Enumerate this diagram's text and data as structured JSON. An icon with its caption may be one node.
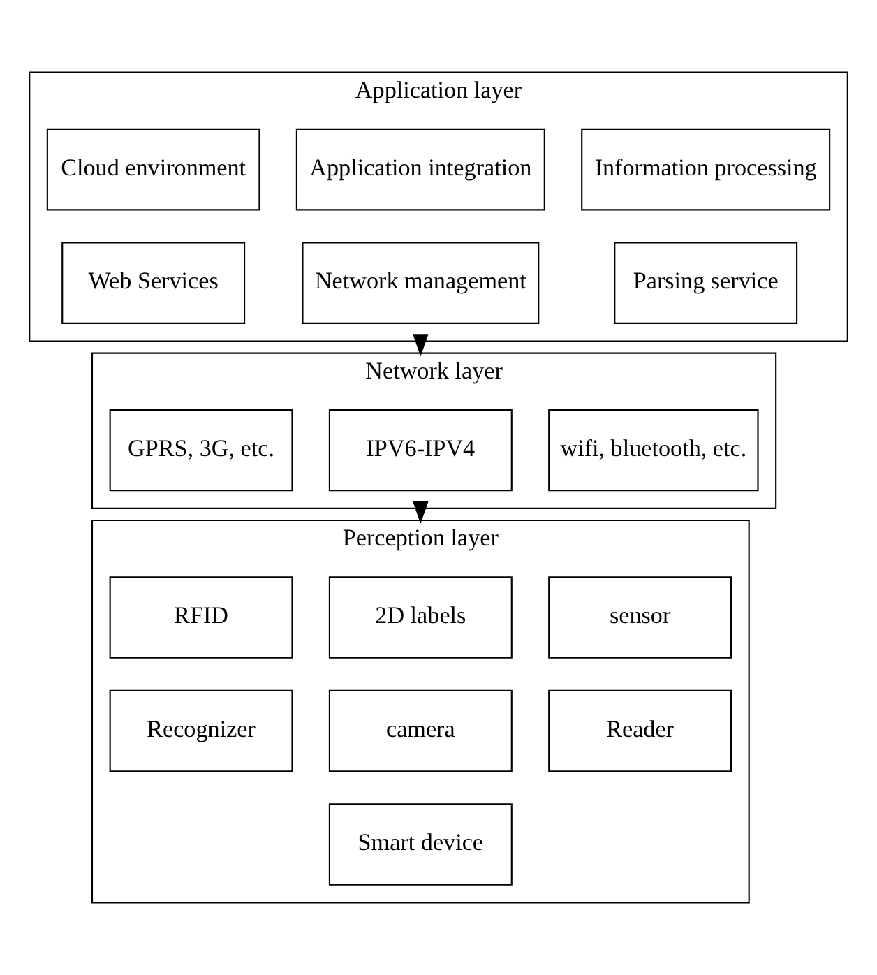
{
  "diagram": {
    "nodes": [
      {
        "text": [
          "Application layer"
        ]
      },
      {
        "text": [
          "Information processing"
        ],
        "in": 0
      },
      {
        "text": [
          "Application integration"
        ],
        "in": 0
      },
      {
        "text": [
          "Cloud environment"
        ],
        "in": 0
      },
      {
        "text": [
          "Parsing service"
        ],
        "in": 0
      },
      {
        "text": [
          "Network management"
        ],
        "in": 0
      },
      {
        "text": [
          "Web Services"
        ],
        "in": 0
      },
      {
        "text": [
          "Network layer"
        ]
      },
      {
        "text": [
          "wifi, bluetooth, etc."
        ],
        "in": 7
      },
      {
        "text": [
          "IPV6-IPV4"
        ],
        "in": 7
      },
      {
        "text": [
          "GPRS, 3G, etc."
        ],
        "in": 7
      },
      {
        "text": [
          "Perception layer"
        ]
      },
      {
        "text": [
          "sensor"
        ],
        "in": 11
      },
      {
        "text": [
          "2D labels"
        ],
        "in": 11
      },
      {
        "text": [
          "RFID"
        ],
        "in": 11
      },
      {
        "text": [
          "Reader"
        ],
        "in": 11
      },
      {
        "text": [
          "camera"
        ],
        "in": 11
      },
      {
        "text": [
          "Recognizer"
        ],
        "in": 11
      },
      {
        "text": [
          "Smart device"
        ],
        "in": 11
      }
    ],
    "edges": [
      {
        "from": 0,
        "to": 7,
        "arrow": "to"
      },
      {
        "from": 7,
        "to": 11,
        "arrow": "to"
      }
    ]
  }
}
